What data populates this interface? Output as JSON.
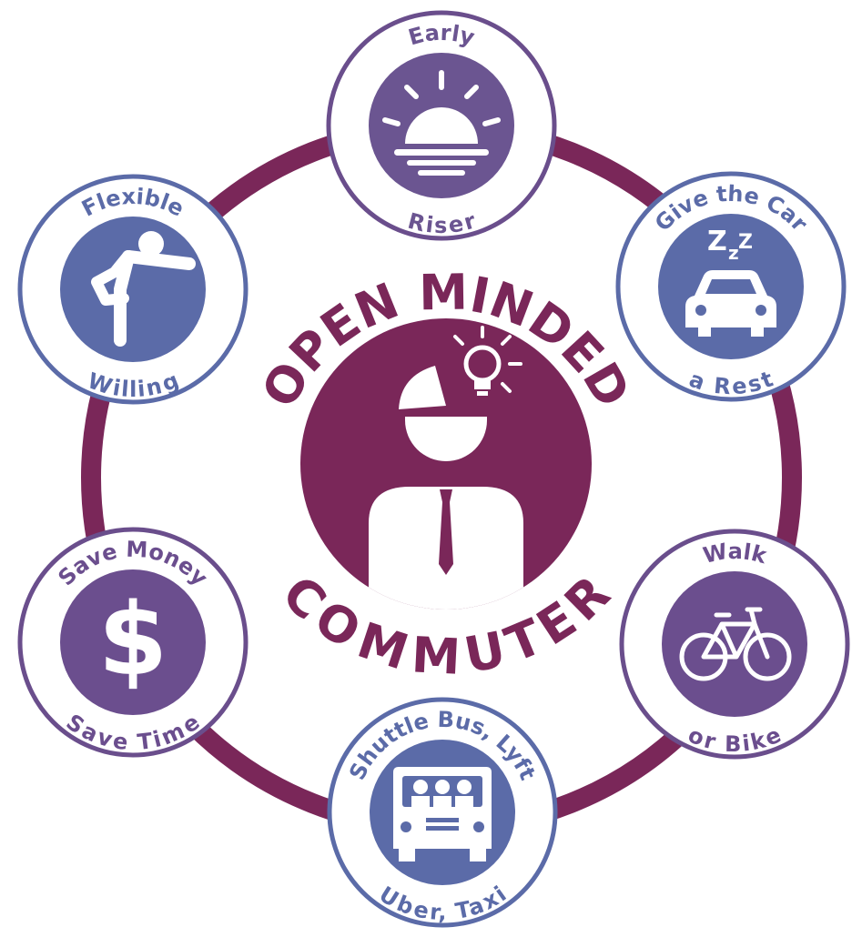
{
  "center": {
    "top_text": "OPEN MINDED",
    "bottom_text": "COMMUTER",
    "icon": "open-minded-person-icon"
  },
  "nodes": [
    {
      "id": "early-riser",
      "top": "Early",
      "bottom": "Riser",
      "icon": "sunrise-icon",
      "color": "#6b5591"
    },
    {
      "id": "give-car-rest",
      "top": "Give the Car",
      "bottom": "a Rest",
      "icon": "sleeping-car-icon",
      "color": "#5b6ba8"
    },
    {
      "id": "walk-bike",
      "top": "Walk",
      "bottom": "or Bike",
      "icon": "bicycle-icon",
      "color": "#6b4e8e"
    },
    {
      "id": "shuttle",
      "top": "Shuttle Bus, Lyft",
      "bottom": "Uber, Taxi",
      "icon": "bus-icon",
      "color": "#5b6ba8"
    },
    {
      "id": "save-money",
      "top": "Save Money",
      "bottom": "Save Time",
      "icon": "dollar-icon",
      "color": "#6b4e8e"
    },
    {
      "id": "flexible",
      "top": "Flexible",
      "bottom": "Willing",
      "icon": "stretching-person-icon",
      "color": "#5b6ba8"
    }
  ],
  "colors": {
    "ring": "#7a2759",
    "center_fill": "#7a2759",
    "node_outer_ring": "#5b4b8a",
    "white": "#ffffff"
  }
}
